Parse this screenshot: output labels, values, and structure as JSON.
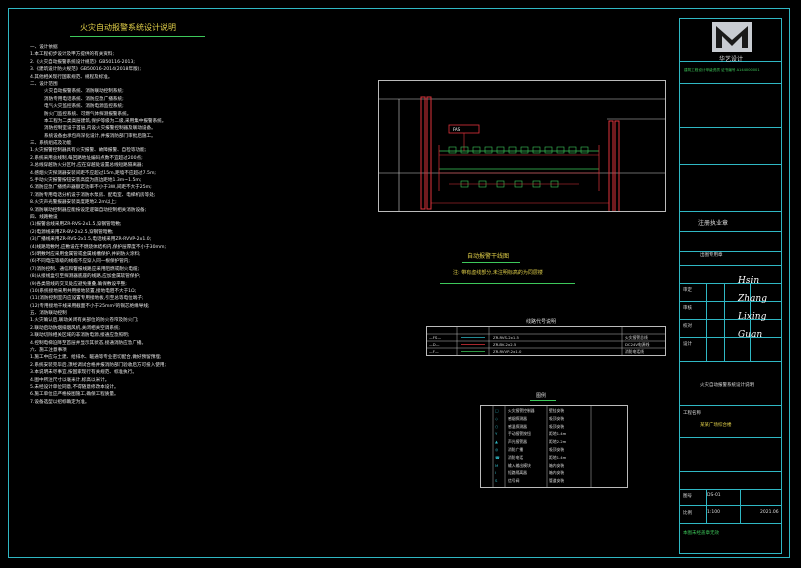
{
  "spec": {
    "title": "火灾自动报警系统设计说明",
    "lines": [
      {
        "t": "一、设计依据",
        "sub": false
      },
      {
        "t": "1.本工程初步设计及甲方提供的有关资料;",
        "sub": false
      },
      {
        "t": "2.《火灾自动报警系统设计规范》GB50116-2013;",
        "sub": false
      },
      {
        "t": "3.《建筑设计防火规范》GB50016-2014(2018年版);",
        "sub": false
      },
      {
        "t": "4.其他相关现行国家规范、规程及标准。",
        "sub": false
      },
      {
        "t": "二、设计范围",
        "sub": false
      },
      {
        "t": "火灾自动报警系统、消防联动控制系统;",
        "sub": true
      },
      {
        "t": "消防专用电话系统、消防应急广播系统;",
        "sub": true
      },
      {
        "t": "电气火灾监控系统、消防电源监控系统;",
        "sub": true
      },
      {
        "t": "防火门监控系统、可燃气体探测报警系统。",
        "sub": true
      },
      {
        "t": "本工程为二类高层建筑,保护等级为二级,采用集中报警系统。",
        "sub": true
      },
      {
        "t": "消防控制室设于首层,内设火灾报警控制器及联动设备。",
        "sub": true
      },
      {
        "t": "系统设备由承包商深化设计,并报消防部门审批后施工。",
        "sub": true
      },
      {
        "t": "三、系统组成及功能",
        "sub": false
      },
      {
        "t": "1.火灾报警控制器具有火灾报警、故障报警、自检等功能;",
        "sub": false
      },
      {
        "t": "2.系统采用总线制,每回路地址编码点数不宜超过200点;",
        "sub": false
      },
      {
        "t": "3.总线穿越防火分区时,应在穿越处设置总线短路隔离器;",
        "sub": false
      },
      {
        "t": "4.感烟火灾探测器安装间距不应超过15m,距墙不应超过7.5m;",
        "sub": false
      },
      {
        "t": "5.手动火灾报警按钮安装高度为底边距地1.3m~1.5m;",
        "sub": false
      },
      {
        "t": "6.消防应急广播扬声器额定功率不小于3W,间距不大于25m;",
        "sub": false
      },
      {
        "t": "7.消防专用电话分机设于消防水泵房、配电室、电梯机房等处;",
        "sub": false
      },
      {
        "t": "8.火灾声光警报器安装高度距地2.2m以上;",
        "sub": false
      },
      {
        "t": "9.消防联动控制器应能按设定逻辑自动控制相关消防设备;",
        "sub": false
      },
      {
        "t": "四、线路敷设",
        "sub": false
      },
      {
        "t": "(1)报警总线采用ZR-RVS-2x1.5,穿钢管暗敷;",
        "sub": false
      },
      {
        "t": "(2)电源线采用ZR-BV-2x2.5,穿钢管暗敷;",
        "sub": false
      },
      {
        "t": "(3)广播线采用ZR-RVS-2x1.5,电话线采用ZR-RVVP-2x1.0;",
        "sub": false
      },
      {
        "t": "(4)线路暗敷时,应敷设在不燃烧体结构内,保护层厚度不小于30mm;",
        "sub": false
      },
      {
        "t": "(5)明敷时应采用金属管或金属线槽保护,并刷防火涂料;",
        "sub": false
      },
      {
        "t": "(6)不同电压等级的线缆不应穿入同一根保护管内;",
        "sub": false
      },
      {
        "t": "(7)消防控制、通信和警报线路应采用阻燃或耐火电缆;",
        "sub": false
      },
      {
        "t": "(8)从接线盒引至探测器底座的线路,应加金属软管保护;",
        "sub": false
      },
      {
        "t": "(9)各类管线的交叉处应避免重叠,确保敷设平整;",
        "sub": false
      },
      {
        "t": "(10)系统接地采用共用接地装置,接地电阻不大于1Ω;",
        "sub": false
      },
      {
        "t": "(11)消防控制室内应设置专用接地板,引至总等电位端子;",
        "sub": false
      },
      {
        "t": "(12)专用接地干线采用截面不小于25mm²的铜芯绝缘导线;",
        "sub": false
      },
      {
        "t": "五、消防联动控制",
        "sub": false
      },
      {
        "t": "1.火灾确认后,联动关闭有关部位的防火卷帘及防火门;",
        "sub": false
      },
      {
        "t": "2.联动启动防烟排烟风机,关闭相关空调系统;",
        "sub": false
      },
      {
        "t": "3.联动切除相关区域的非消防电源,接通应急照明;",
        "sub": false
      },
      {
        "t": "4.控制电梯迫降至首层并显示其状态,接通消防应急广播。",
        "sub": false
      },
      {
        "t": "六、施工注意事项",
        "sub": false
      },
      {
        "t": "1.施工中应与土建、给排水、暖通等专业密切配合,做好预留预埋;",
        "sub": false
      },
      {
        "t": "2.系统安装完毕后,须经调试合格并报消防部门验收后方可投入使用;",
        "sub": false
      },
      {
        "t": "3.本说明未尽事宜,按国家现行有关规范、标准执行。",
        "sub": false
      },
      {
        "t": "4.图中所注尺寸以毫米计,标高以米计。",
        "sub": false
      },
      {
        "t": "5.未经设计单位同意,不得随意修改本设计。",
        "sub": false
      },
      {
        "t": "6.施工单位应严格按图施工,确保工程质量。",
        "sub": false
      },
      {
        "t": "7.设备选型以招标确定为准。",
        "sub": false
      }
    ]
  },
  "drawing": {
    "caption": "自动报警干线图",
    "note": "注: 带有虚线部分,未注明标高的为同层楼",
    "label": "FAS"
  },
  "materials": {
    "caption": "线路代号说明",
    "rows": [
      {
        "code": "—FS—",
        "name": "ZR-RVS-2x1.5",
        "desc": "火灾报警总线"
      },
      {
        "code": "—D—",
        "name": "ZR-BV-2x2.5",
        "desc": "DC24V电源线"
      },
      {
        "code": "—F—",
        "name": "ZR-RVVP-2x1.0",
        "desc": "消防电话线"
      }
    ]
  },
  "legend": {
    "caption": "图例",
    "rows": [
      {
        "sym": "□",
        "name": "火灾报警控制器",
        "spec": "壁挂安装"
      },
      {
        "sym": "◇",
        "name": "感烟探测器",
        "spec": "吸顶安装"
      },
      {
        "sym": "○",
        "name": "感温探测器",
        "spec": "吸顶安装"
      },
      {
        "sym": "Y",
        "name": "手动报警按钮",
        "spec": "距地1.4m"
      },
      {
        "sym": "▲",
        "name": "声光报警器",
        "spec": "距地2.2m"
      },
      {
        "sym": "◎",
        "name": "消防广播",
        "spec": "吸顶安装"
      },
      {
        "sym": "☎",
        "name": "消防电话",
        "spec": "距地1.4m"
      },
      {
        "sym": "M",
        "name": "输入输出模块",
        "spec": "箱内安装"
      },
      {
        "sym": "I",
        "name": "短路隔离器",
        "spec": "箱内安装"
      },
      {
        "sym": "S",
        "name": "信号阀",
        "spec": "管道安装"
      }
    ]
  },
  "titleblock": {
    "company": "华艺设计",
    "company_info": "建筑工程设计甲级资质 证书编号 A144000001",
    "reg_title": "注册执业章",
    "seal": "出图专用章",
    "roles": [
      "审定",
      "审核",
      "校对",
      "设计"
    ],
    "project_label": "工程名称",
    "project": "某某广场综合楼",
    "sheet_title": "火灾自动报警系统设计说明",
    "drawing_no_label": "图号",
    "drawing_no": "DS-01",
    "scale_label": "比例",
    "scale": "1:100",
    "date": "2021.06",
    "note": "本图未经盖章无效"
  },
  "colors": {
    "frame": "#2fb7c4",
    "green": "#3dc85a",
    "yellow": "#e4d24a",
    "red": "#e0343c"
  }
}
